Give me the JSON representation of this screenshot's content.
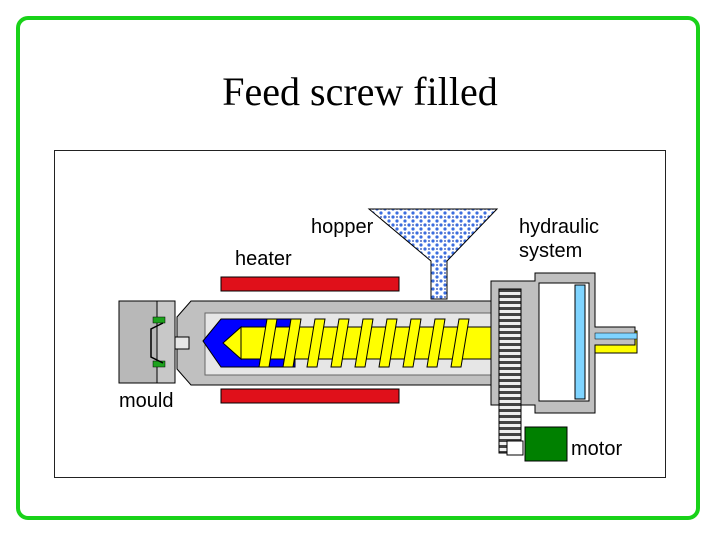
{
  "slide": {
    "title": "Feed screw filled"
  },
  "diagram": {
    "labels": {
      "hopper": "hopper",
      "heater": "heater",
      "hydraulic_line1": "hydraulic",
      "hydraulic_line2": "system",
      "mould": "mould",
      "motor": "motor"
    },
    "colors": {
      "frame_border": "#19d219",
      "heater": "#e0101a",
      "barrel": "#c0c0c0",
      "melt": "#0000ff",
      "screw": "#ffff00",
      "hopper_pellets": "#3b6ee0",
      "motor": "#008000",
      "hydraulic_fluid": "#7fd4ff"
    }
  }
}
